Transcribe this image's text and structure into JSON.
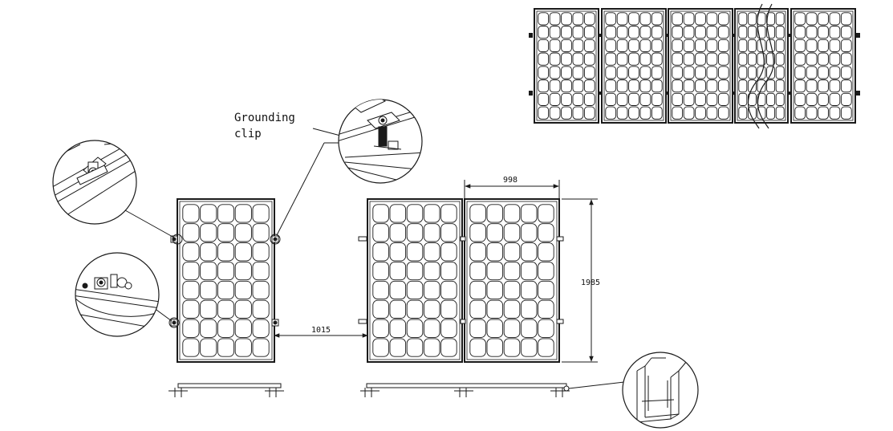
{
  "annotations": {
    "grounding_line1": "Grounding",
    "grounding_line2": "clip"
  },
  "dimensions": {
    "panel_width": "998",
    "panel_height": "1985",
    "panel_spacing": "1015"
  },
  "colors": {
    "line": "#1a1a1a",
    "background": "#ffffff"
  },
  "panel_grid": {
    "columns": 5,
    "rows": 8
  },
  "strip_panel_count": 5
}
